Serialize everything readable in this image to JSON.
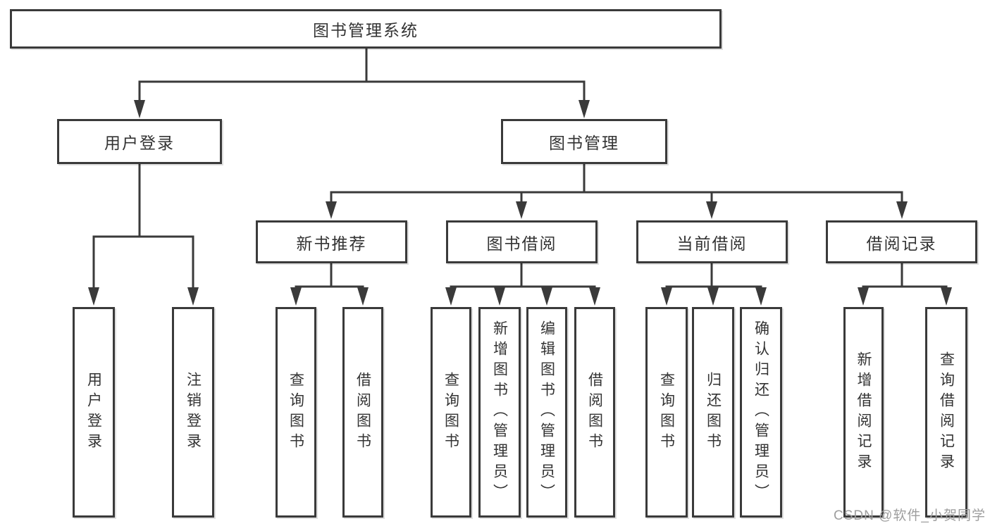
{
  "diagram": {
    "title": "图书管理系统",
    "level2": {
      "user_login": "用户登录",
      "book_management": "图书管理"
    },
    "level3": {
      "new_book_recommend": "新书推荐",
      "book_borrow": "图书借阅",
      "current_borrow": "当前借阅",
      "borrow_records": "借阅记录"
    },
    "leaves": {
      "user_login": [
        "用户登录",
        "注销登录"
      ],
      "new_book_recommend": [
        "查询图书",
        "借阅图书"
      ],
      "book_borrow": [
        "查询图书",
        "新增图书（管理员）",
        "编辑图书（管理员）",
        "借阅图书"
      ],
      "current_borrow": [
        "查询图书",
        "归还图书",
        "确认归还（管理员）"
      ],
      "borrow_records": [
        "新增借阅记录",
        "查询借阅记录"
      ]
    },
    "colors": {
      "line": "#3a3a3a",
      "text": "#333333",
      "background": "#ffffff",
      "watermark_text": "#9e9e9e"
    }
  },
  "watermark": {
    "text": "CSDN @软件_小贺同学"
  }
}
